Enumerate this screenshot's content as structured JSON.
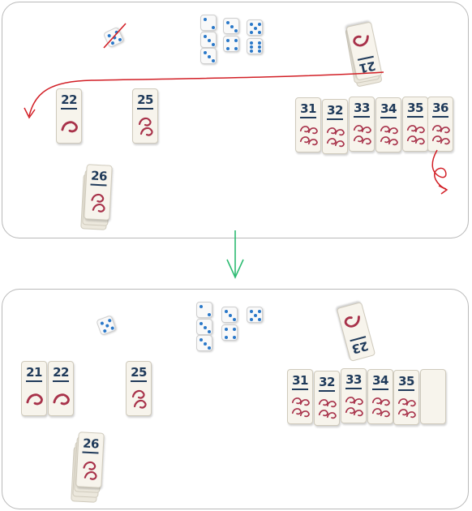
{
  "before": {
    "set_aside_dice": [
      2,
      3,
      3,
      3,
      4,
      5,
      6
    ],
    "dice_pool": [
      {
        "face": 5,
        "struck": true
      }
    ],
    "stolen_tile": {
      "number": "21",
      "worms": 1
    },
    "player_tiles": [
      {
        "number": "22",
        "worms": 1
      },
      {
        "number": "25",
        "worms": 2
      }
    ],
    "player_stack_top": {
      "number": "26",
      "worms": 2
    },
    "grill": [
      {
        "number": "31",
        "worms": 4
      },
      {
        "number": "32",
        "worms": 4
      },
      {
        "number": "33",
        "worms": 4
      },
      {
        "number": "34",
        "worms": 4
      },
      {
        "number": "35",
        "worms": 4
      },
      {
        "number": "36",
        "worms": 4
      }
    ]
  },
  "after": {
    "set_aside_dice": [
      2,
      3,
      3,
      3,
      4,
      5
    ],
    "dice_pool": [
      {
        "face": 5,
        "struck": false
      }
    ],
    "opponent_tile": {
      "number": "23",
      "worms": 1
    },
    "player_tiles": [
      {
        "number": "21",
        "worms": 1
      },
      {
        "number": "22",
        "worms": 1
      },
      {
        "number": "25",
        "worms": 2
      }
    ],
    "player_stack_top": {
      "number": "26",
      "worms": 2
    },
    "grill": [
      {
        "number": "31",
        "worms": 4
      },
      {
        "number": "32",
        "worms": 4
      },
      {
        "number": "33",
        "worms": 4
      },
      {
        "number": "34",
        "worms": 4
      },
      {
        "number": "35",
        "worms": 4
      },
      {
        "number": "",
        "worms": 0,
        "face_down": true
      }
    ]
  },
  "colors": {
    "tile_number": "#1f3a5a",
    "worm": "#a8324a",
    "pip": "#2a78c9",
    "arrow_red": "#d21f26",
    "arrow_green": "#2dbb72"
  },
  "icons": {
    "worm": "worm-icon",
    "die": "die-icon",
    "transition": "arrow-down-icon"
  }
}
